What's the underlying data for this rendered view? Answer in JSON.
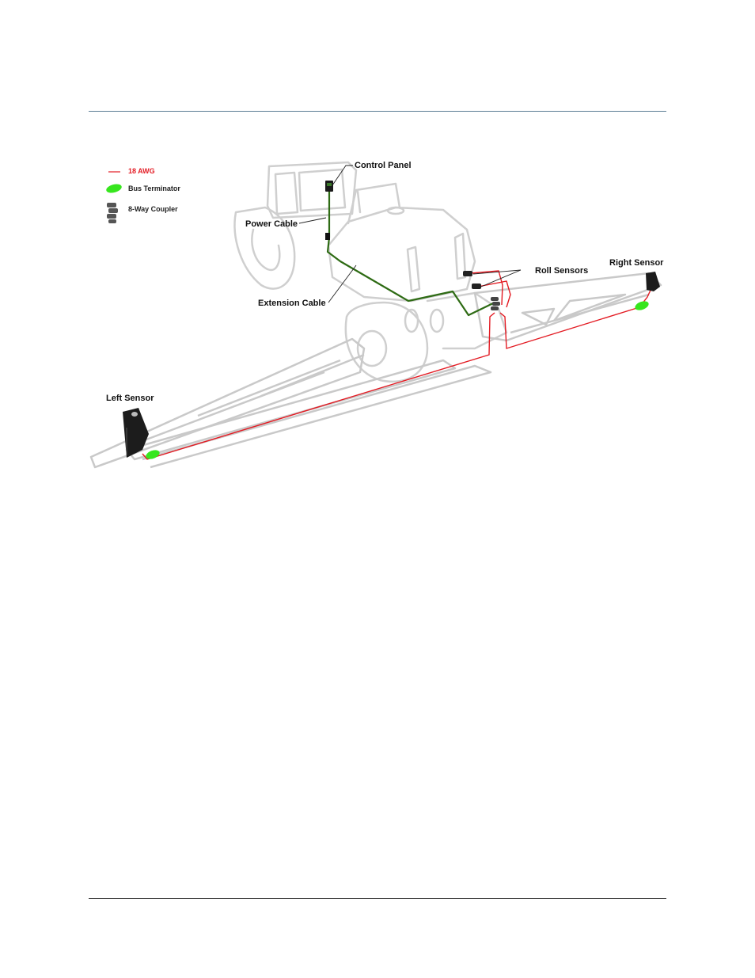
{
  "legend": {
    "awg_label": "18 AWG",
    "terminator_label": "Bus Terminator",
    "coupler_label": "8-Way Coupler"
  },
  "labels": {
    "control_panel": "Control Panel",
    "power_cable": "Power Cable",
    "extension_cable": "Extension Cable",
    "roll_sensors": "Roll Sensors",
    "right_sensor": "Right Sensor",
    "left_sensor": "Left Sensor"
  },
  "colors": {
    "awg_wire": "#e31b23",
    "cable": "#2e6b14",
    "terminator": "#37e61e",
    "outline": "#c9c9c9",
    "rule": "#5a7d94"
  }
}
